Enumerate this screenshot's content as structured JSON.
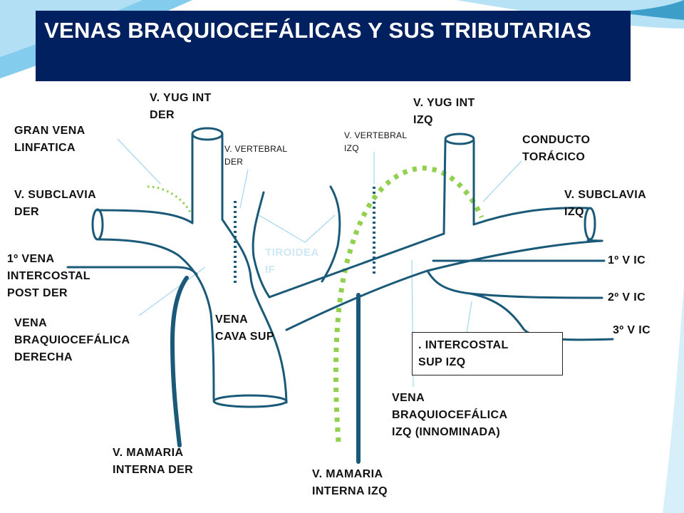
{
  "title": "VENAS BRAQUIOCEFÁLICAS Y SUS TRIBUTARIAS",
  "labels": {
    "yug_int_der": "V. YUG INT\nDER",
    "yug_int_izq": "V. YUG INT\nIZQ",
    "gran_vena_linfatica": "GRAN VENA\nLINFATICA",
    "vertebral_der": "V. VERTEBRAL\nDER",
    "vertebral_izq": "V. VERTEBRAL\nIZQ",
    "conducto_toracico": "CONDUCTO\nTORÁCICO",
    "subclavia_der": "V. SUBCLAVIA\nDER",
    "subclavia_izq": "V. SUBCLAVIA\nIZQ",
    "intercostal_post_der": "1º VENA\nINTERCOSTAL\nPOST DER",
    "tiroidea": "TIROIDEA\nIF",
    "primera_vic": "1º V IC",
    "segunda_vic": "2º V IC",
    "tercera_vic": "3º V IC",
    "braquiocefalica_der": "VENA\nBRAQUIOCEFÁLICA\nDERECHA",
    "cava_sup": "VENA\nCAVA SUP",
    "intercostal_sup_izq": ". INTERCOSTAL\nSUP IZQ",
    "braquiocefalica_izq": "VENA\nBRAQUIOCEFÁLICA\nIZQ (INNOMINADA)",
    "mamaria_interna_der": "V. MAMARIA\nINTERNA DER",
    "mamaria_interna_izq": "V. MAMARIA\nINTERNA IZQ"
  },
  "colors": {
    "title_bg": "#002060",
    "vein": "#1a5a78",
    "lymph": "#92d050",
    "pointer": "#a9d8f0"
  }
}
